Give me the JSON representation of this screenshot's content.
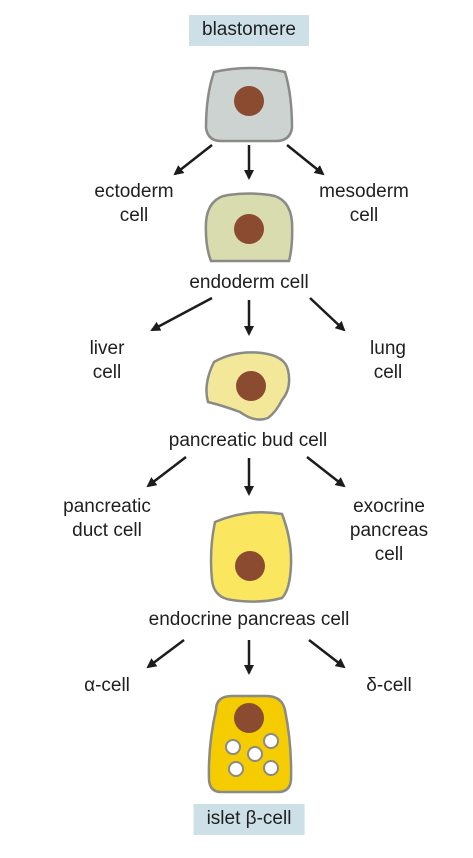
{
  "title": "blastomere",
  "final_label": "islet β-cell",
  "levels": [
    {
      "cell": "blastomere",
      "left": "ectoderm\ncell",
      "right": "mesoderm\ncell",
      "fill": "#cdd3d1"
    },
    {
      "cell": "endoderm cell",
      "left": "liver\ncell",
      "right": "lung\ncell",
      "fill": "#d9dcae"
    },
    {
      "cell": "pancreatic bud cell",
      "left": "pancreatic\nduct cell",
      "right": "exocrine\npancreas\ncell",
      "fill": "#f3e79a"
    },
    {
      "cell": "endocrine pancreas cell",
      "left": "α-cell",
      "right": "δ-cell",
      "fill": "#fbe660"
    },
    {
      "cell": "islet β-cell",
      "fill": "#f4cc00"
    }
  ],
  "colors": {
    "nucleus": "#8b4b31",
    "outline": "#8a8a86",
    "arrow": "#1c1c1c",
    "label_box": "#cde0e8",
    "granule": "#ffffff"
  }
}
